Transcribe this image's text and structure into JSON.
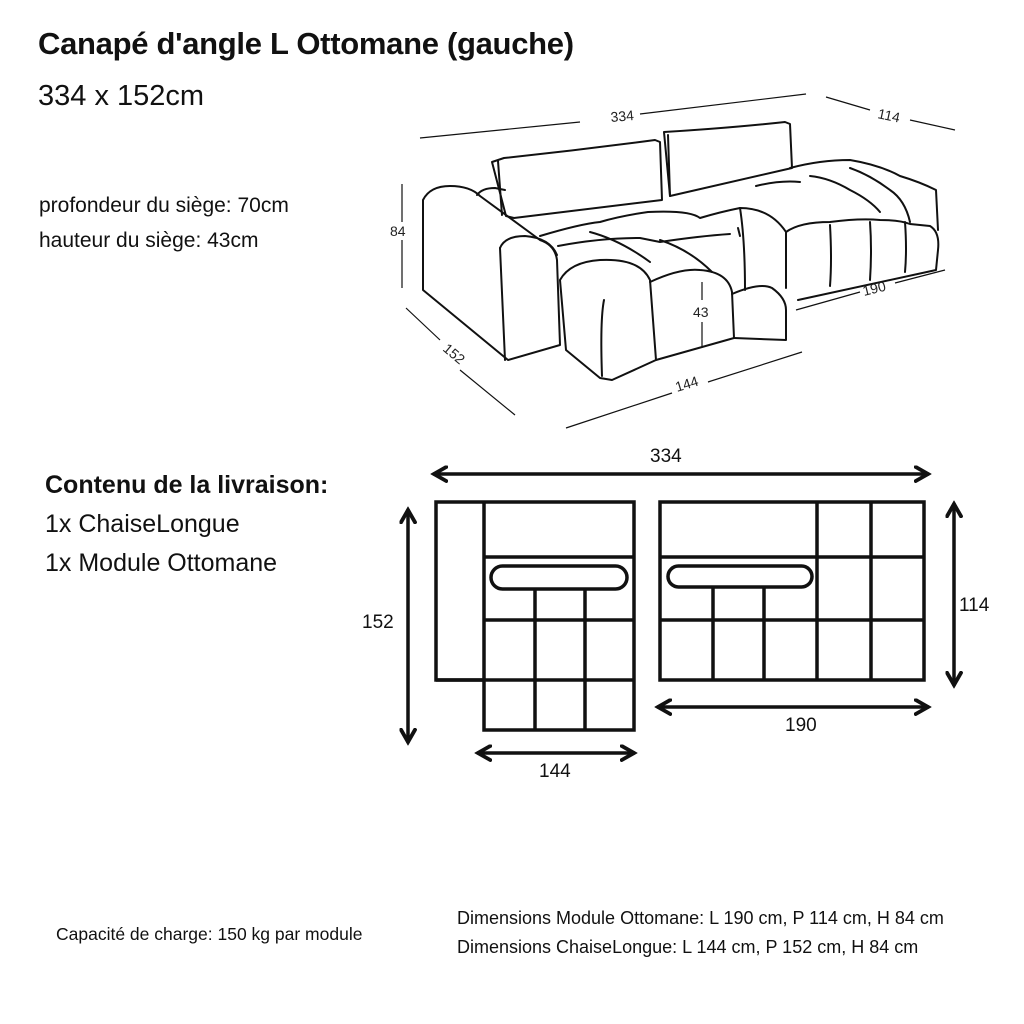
{
  "header": {
    "title": "Canapé d'angle L Ottomane (gauche)",
    "subtitle": "334 x 152cm"
  },
  "specs": [
    "profondeur du siège: 70cm",
    "hauteur du siège: 43cm"
  ],
  "delivery": {
    "title": "Contenu de la livraison:",
    "items": [
      "1x ChaiseLongue",
      "1x Module Ottomane"
    ]
  },
  "perspective_drawing": {
    "labels": {
      "total_width": "334",
      "depth_module": "114",
      "height": "84",
      "seat_height": "43",
      "module_length": "190",
      "chaise_depth": "152",
      "chaise_width": "144"
    }
  },
  "plan_view": {
    "total_width": "334",
    "chaise_depth": "152",
    "chaise_width": "144",
    "module_depth": "114",
    "module_length": "190"
  },
  "footer": {
    "capacity": "Capacité de charge: 150 kg par module",
    "dims_module": "Dimensions Module Ottomane: L 190 cm, P 114 cm, H 84 cm",
    "dims_chaise": "Dimensions ChaiseLongue: L 144 cm, P 152 cm, H 84 cm"
  },
  "colors": {
    "line": "#111111",
    "background": "#ffffff"
  }
}
